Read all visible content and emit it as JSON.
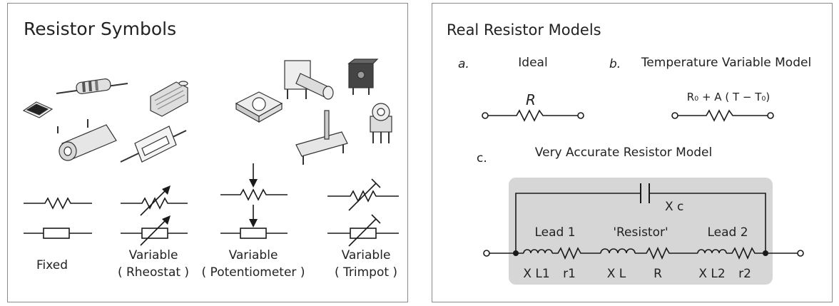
{
  "left": {
    "title": "Resistor Symbols",
    "labels": {
      "fixed": "Fixed",
      "rheostat": [
        "Variable",
        "( Rheostat )"
      ],
      "potentiometer": [
        "Variable",
        "( Potentiometer )"
      ],
      "trimpot": [
        "Variable",
        "( Trimpot )"
      ]
    }
  },
  "right": {
    "title": "Real Resistor Models",
    "a": {
      "letter": "a.",
      "name": "Ideal",
      "symbol": "R"
    },
    "b": {
      "letter": "b.",
      "name": "Temperature Variable Model",
      "formula": "R₀ + A ( T − T₀)"
    },
    "c": {
      "letter": "c.",
      "name": "Very Accurate Resistor Model",
      "cap": "X c",
      "lead1": "Lead 1",
      "resistor": "'Resistor'",
      "lead2": "Lead 2",
      "components": [
        "X L1",
        "r1",
        "X L",
        "R",
        "X L2",
        "r2"
      ]
    }
  },
  "colors": {
    "shade": "#d6d6d6",
    "line": "#1a1a1a",
    "frame": "#8a8a8a"
  }
}
